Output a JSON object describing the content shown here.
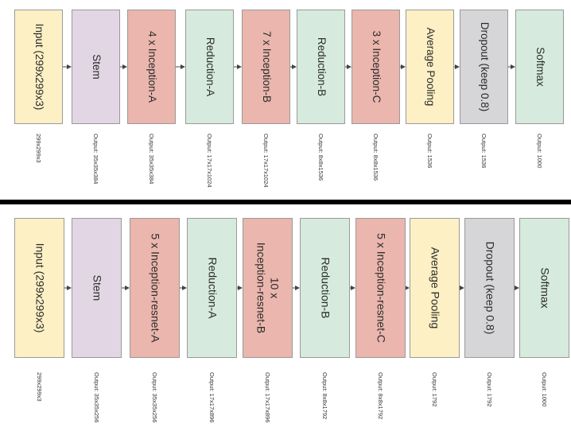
{
  "colors": {
    "input": "#fdf0c5",
    "stem": "#e2d6e4",
    "inception": "#eab6ad",
    "reduction": "#d6eadd",
    "pooling": "#fdf0c5",
    "dropout": "#d6d6d9",
    "softmax": "#d6eadd",
    "arrow": "#444444",
    "divider": "#000000"
  },
  "top_row": {
    "blocks": [
      {
        "label": "Input (299x299x3)",
        "color_key": "input",
        "output": "299x299x3"
      },
      {
        "label": "Stem",
        "color_key": "stem",
        "output": "Output: 35x35x384"
      },
      {
        "label": "4 x Inception-A",
        "color_key": "inception",
        "output": "Output: 35x35x384"
      },
      {
        "label": "Reduction-A",
        "color_key": "reduction",
        "output": "Output: 17x17x1024"
      },
      {
        "label": "7 x Inception-B",
        "color_key": "inception",
        "output": "Output: 17x17x1024"
      },
      {
        "label": "Reduction-B",
        "color_key": "reduction",
        "output": "Output: 8x8x1536"
      },
      {
        "label": "3 x Inception-C",
        "color_key": "inception",
        "output": "Output: 8x8x1536"
      },
      {
        "label": "Average Pooling",
        "color_key": "pooling",
        "output": "Output: 1536"
      },
      {
        "label": "Dropout (keep 0.8)",
        "color_key": "dropout",
        "output": "Output: 1536"
      },
      {
        "label": "Softmax",
        "color_key": "softmax",
        "output": "Output: 1000"
      }
    ]
  },
  "bottom_row": {
    "blocks": [
      {
        "label": "Input (299x299x3)",
        "color_key": "input",
        "output": "299x299x3"
      },
      {
        "label": "Stem",
        "color_key": "stem",
        "output": "Output: 35x35x256"
      },
      {
        "label": "5 x Inception-resnet-A",
        "color_key": "inception",
        "output": "Output: 35x35x256"
      },
      {
        "label": "Reduction-A",
        "color_key": "reduction",
        "output": "Output: 17x17x896"
      },
      {
        "label": "10 x\nInception-resnet-B",
        "color_key": "inception",
        "output": "Output: 17x17x896"
      },
      {
        "label": "Reduction-B",
        "color_key": "reduction",
        "output": "Output: 8x8x1792"
      },
      {
        "label": "5 x Inception-resnet-C",
        "color_key": "inception",
        "output": "Output: 8x8x1792"
      },
      {
        "label": "Average Pooling",
        "color_key": "pooling",
        "output": "Output: 1792"
      },
      {
        "label": "Dropout (keep 0.8)",
        "color_key": "dropout",
        "output": "Output: 1792"
      },
      {
        "label": "Softmax",
        "color_key": "softmax",
        "output": "Output: 1000"
      }
    ]
  }
}
